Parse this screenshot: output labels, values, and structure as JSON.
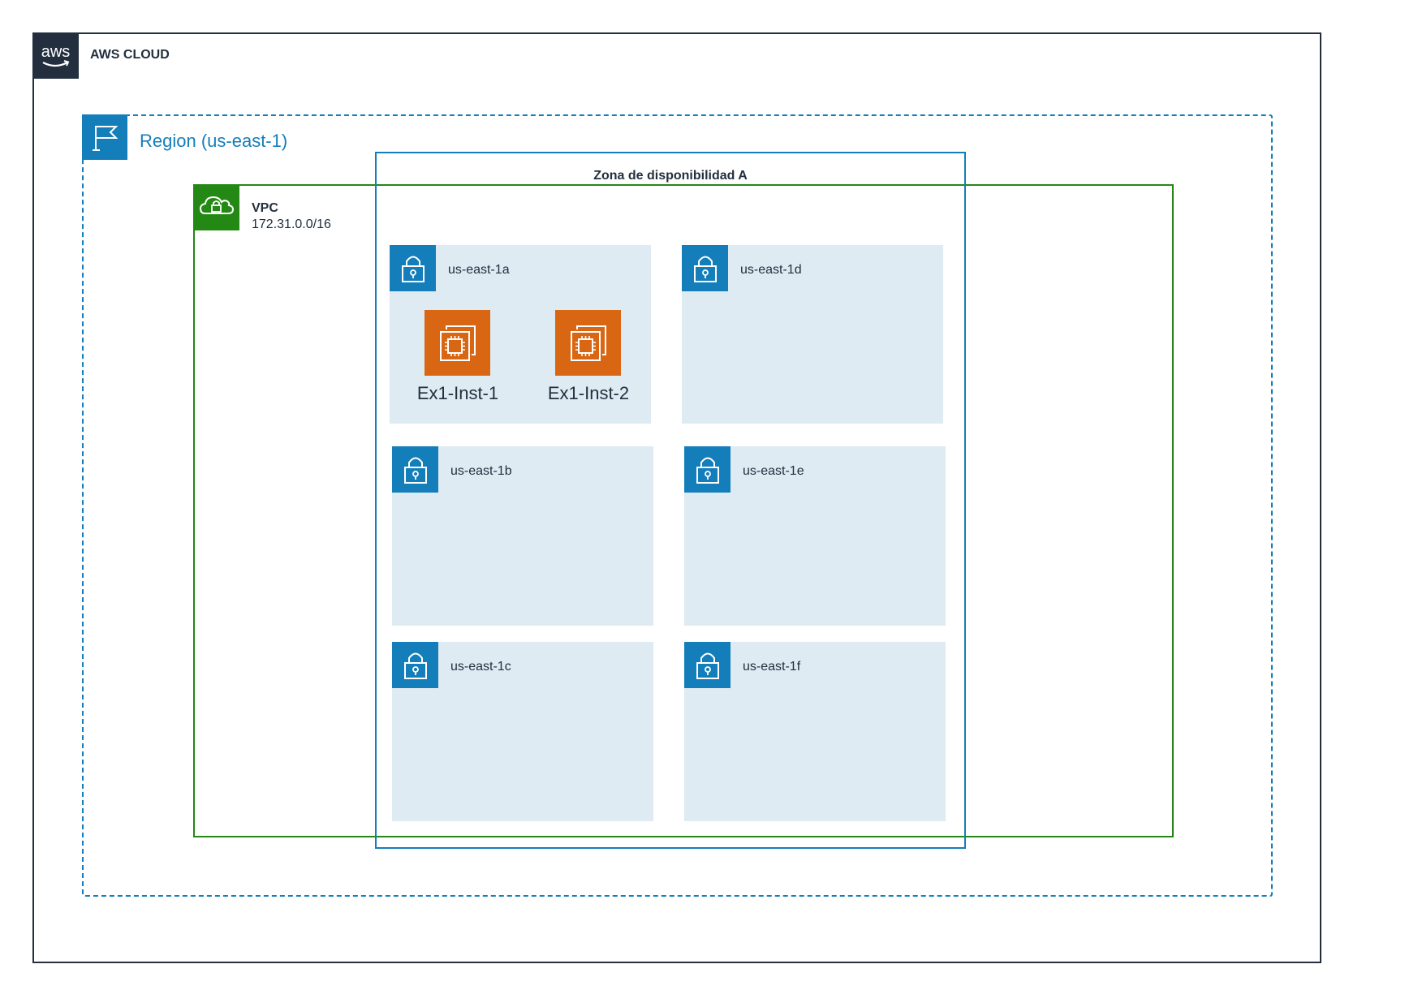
{
  "cloud": {
    "label": "AWS CLOUD",
    "logo_text": "aws",
    "color": "#232f3e"
  },
  "region": {
    "label": "Region (us-east-1)",
    "color": "#147eba",
    "icon": "region-flag-icon"
  },
  "vpc": {
    "title": "VPC",
    "cidr": "172.31.0.0/16",
    "color": "#248814",
    "icon": "vpc-cloud-lock-icon"
  },
  "az": {
    "label": "Zona de disponibilidad A",
    "color": "#147eba"
  },
  "subnets": [
    {
      "label": "us-east-1a",
      "icon": "padlock-icon"
    },
    {
      "label": "us-east-1d",
      "icon": "padlock-icon"
    },
    {
      "label": "us-east-1b",
      "icon": "padlock-icon"
    },
    {
      "label": "us-east-1e",
      "icon": "padlock-icon"
    },
    {
      "label": "us-east-1c",
      "icon": "padlock-icon"
    },
    {
      "label": "us-east-1f",
      "icon": "padlock-icon"
    }
  ],
  "instances": [
    {
      "label": "Ex1-Inst-1",
      "icon": "ec2-instances-icon"
    },
    {
      "label": "Ex1-Inst-2",
      "icon": "ec2-instances-icon"
    }
  ],
  "colors": {
    "subnet_fill": "#deebf3",
    "ec2_orange": "#d86613"
  }
}
